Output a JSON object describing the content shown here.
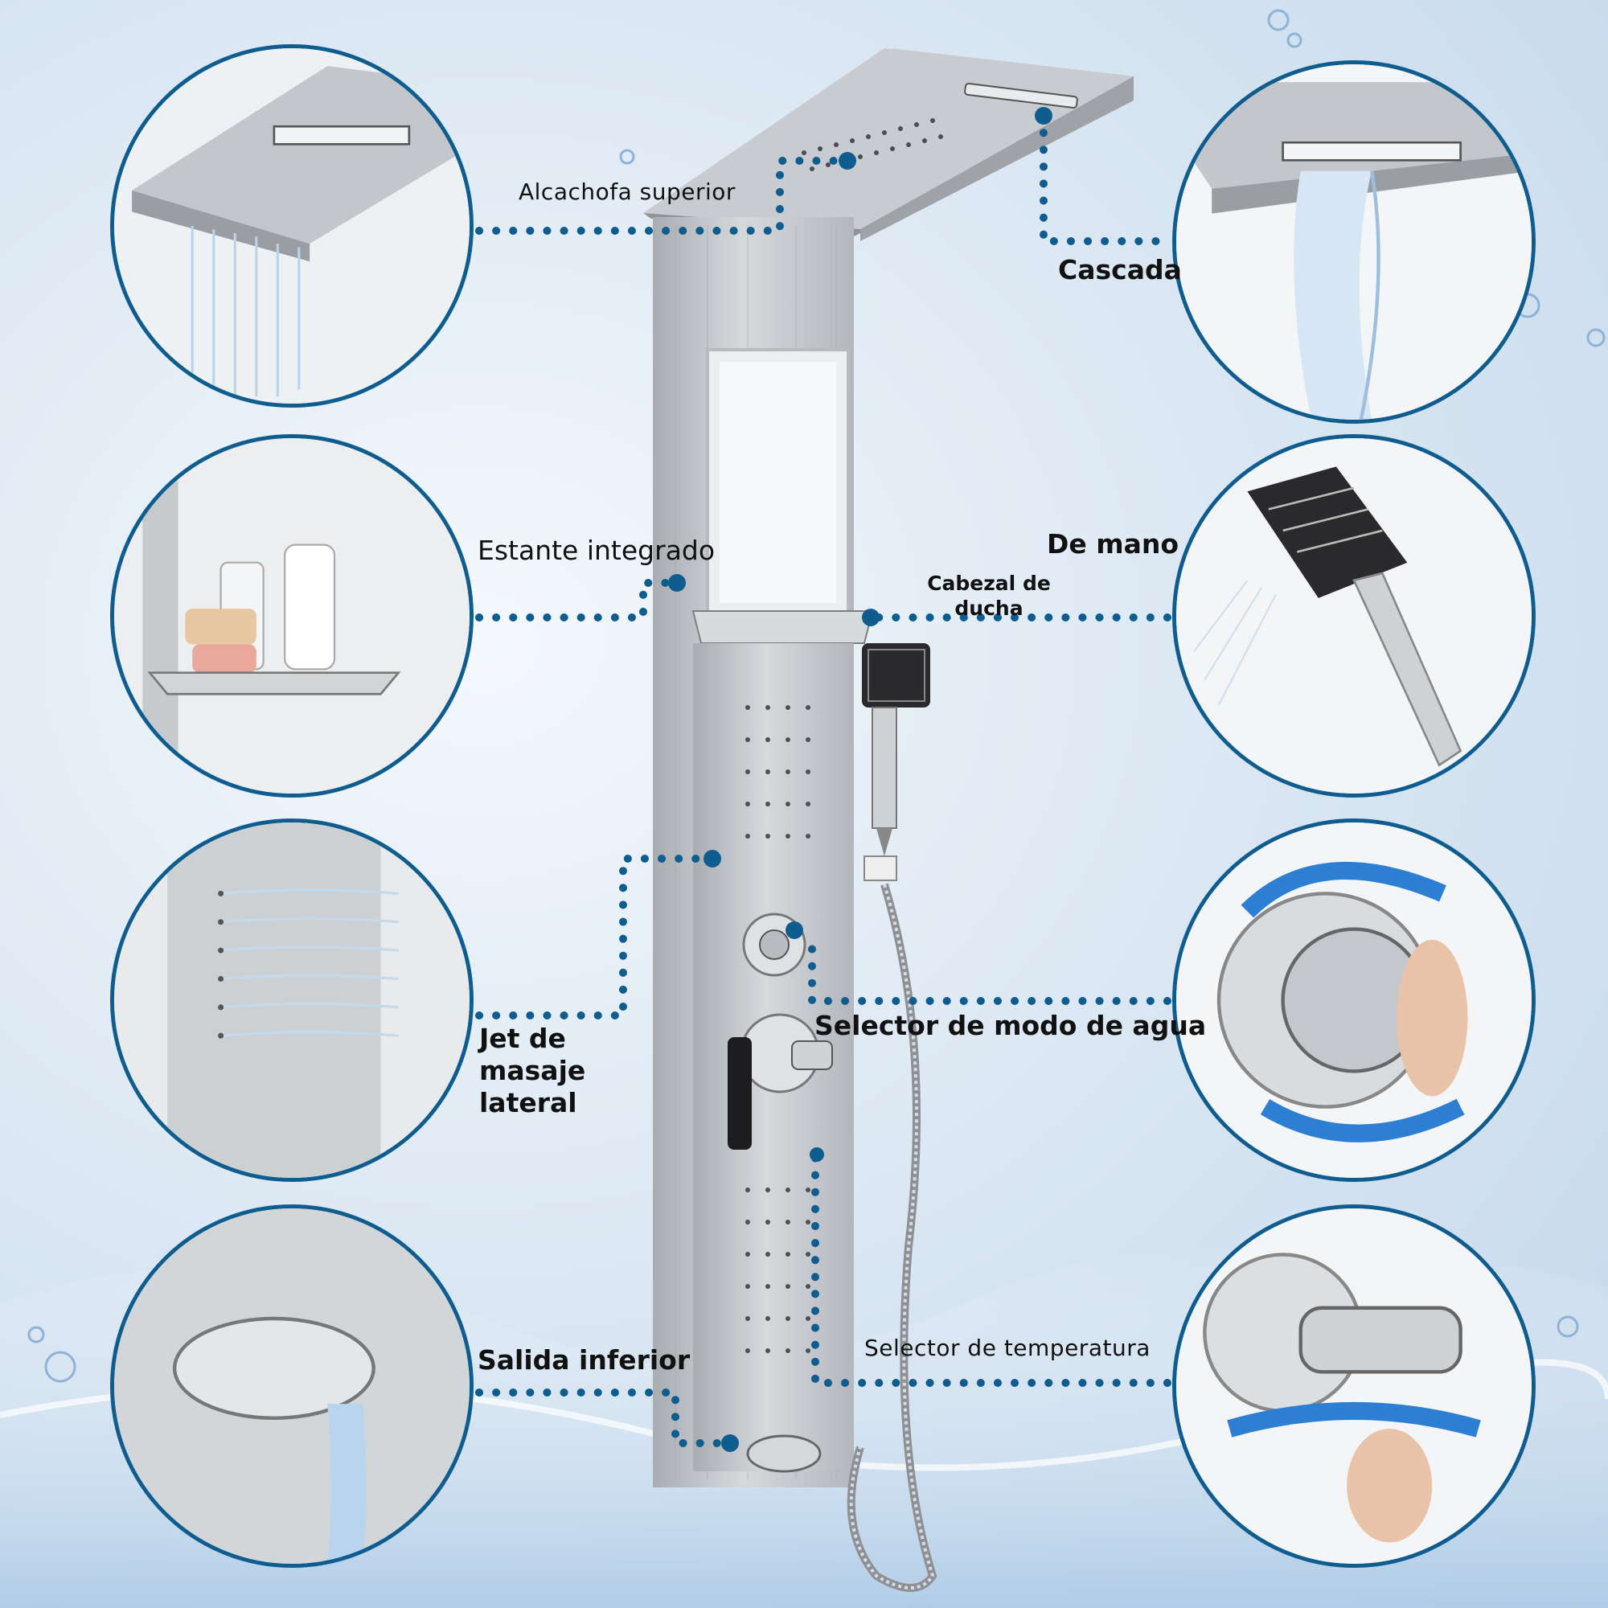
{
  "labels": {
    "top_shower": "Alcachofa superior",
    "waterfall": "Cascada",
    "shelf": "Estante integrado",
    "handheld": "De mano",
    "shower_head": "Cabezal de ducha",
    "side_jets": "Jet de masaje lateral",
    "mode_selector": "Selector de modo de agua",
    "bottom_outlet": "Salida inferior",
    "temp_selector": "Selector de temperatura"
  },
  "colors": {
    "dot_line": "#0f5d8f",
    "circle_border": "#0f5d8f",
    "steel": "#c9ccd0",
    "arrow_blue": "#2d7fd3"
  },
  "icons": [
    "water-drop-icon",
    "rotate-arrow-icon",
    "hot-cold-arrow-icon"
  ]
}
